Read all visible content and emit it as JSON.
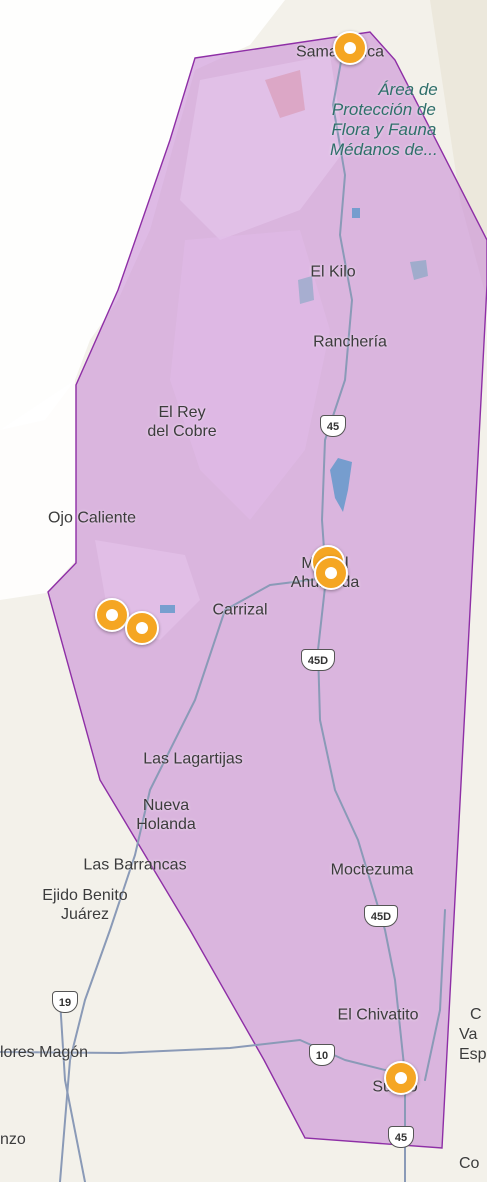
{
  "map": {
    "background_color": "#f3f1ea",
    "water_color": "#ffffff",
    "highlight_fill": "#c98fd6",
    "highlight_stroke": "#8e2fa6",
    "marker_color": "#f5a623",
    "road_color": "#8a9ab7"
  },
  "places": {
    "samalayuca": "Samalayuca",
    "el_kilo": "El Kilo",
    "rancheria": "Ranchería",
    "el_rey_del_cobre_line1": "El Rey",
    "el_rey_del_cobre_line2": "del Cobre",
    "ojo_caliente": "Ojo Caliente",
    "ahumada_line1": "Miguel",
    "ahumada_line2": "Ahumada",
    "carrizal": "Carrizal",
    "las_lagartijas": "Las Lagartijas",
    "nueva_holanda_line1": "Nueva",
    "nueva_holanda_line2": "Holanda",
    "las_barrancas": "Las Barrancas",
    "ejido_benito_juarez_line1": "Ejido Benito",
    "ejido_benito_juarez_line2": "Juárez",
    "moctezuma": "Moctezuma",
    "el_chivatito": "El Chivatito",
    "flores_magon": "lores Magón",
    "sueco": "Sueco",
    "lorenzo": "nzo",
    "right_edge_c": "C",
    "right_edge_va": "Va",
    "right_edge_esp": "Esp",
    "right_edge_co": "Co"
  },
  "park": {
    "line1": "Área de",
    "line2": "Protección de",
    "line3": "Flora y Fauna",
    "line4": "Médanos de..."
  },
  "shields": {
    "r45_north": "45",
    "r45d_middle": "45D",
    "r45d_south": "45D",
    "r19": "19",
    "r10": "10",
    "r45_south": "45"
  },
  "markers": [
    {
      "name": "marker-samalayuca"
    },
    {
      "name": "marker-ahumada-1"
    },
    {
      "name": "marker-ahumada-2"
    },
    {
      "name": "marker-west-1"
    },
    {
      "name": "marker-west-2"
    },
    {
      "name": "marker-sueco"
    }
  ]
}
